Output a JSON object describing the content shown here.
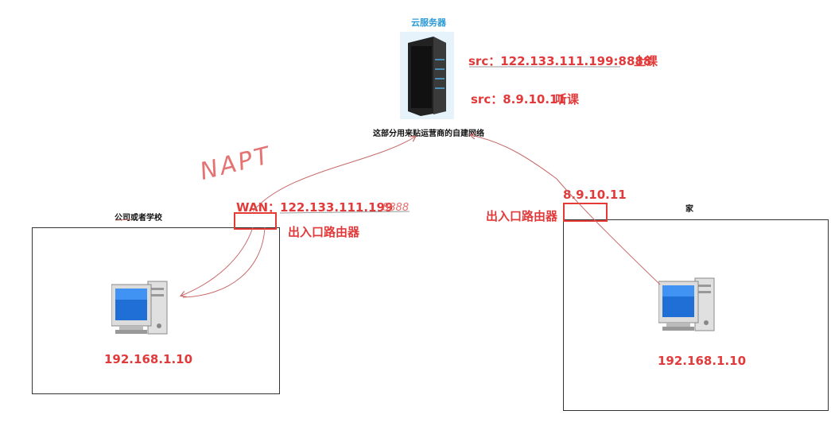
{
  "server": {
    "title": "云服务器",
    "src1": "src：122.133.111.199:8888",
    "src1_tag": "上课",
    "src2": "src：8.9.10.11",
    "src2_tag": "听课",
    "note": "这部分用来贴运营商的自建网络"
  },
  "left": {
    "label": "公司或者学校",
    "wan": "WAN：122.133.111.199",
    "wan_port": "8888",
    "router": "出入口路由器",
    "ip": "192.168.1.10",
    "annotation": "NAPT"
  },
  "right": {
    "label": "家",
    "wan": "8.9.10.11",
    "router": "出入口路由器",
    "ip": "192.168.1.10"
  },
  "colors": {
    "accent": "#e23a3a",
    "title": "#2a9ad6"
  }
}
